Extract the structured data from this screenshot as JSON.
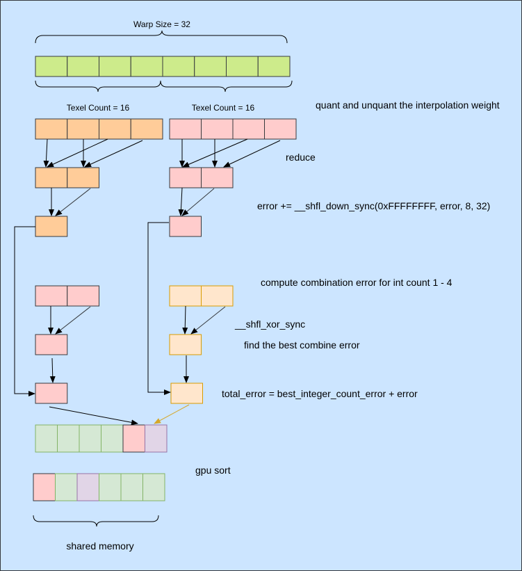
{
  "labels": {
    "warp_size": "Warp Size = 32",
    "texel_count_left": "Texel Count = 16",
    "texel_count_right": "Texel Count = 16",
    "quant_step": "quant and unquant the interpolation weight",
    "reduce": "reduce",
    "shfl_down": "error += __shfl_down_sync(0xFFFFFFFF, error, 8, 32)",
    "combination_error": "compute combination error for int count 1 - 4",
    "shfl_xor": "__shfl_xor_sync",
    "best_combine": "find the best combine error",
    "total_error": "total_error = best_integer_count_error + error",
    "gpu_sort": "gpu sort",
    "shared_memory": "shared memory"
  },
  "colors": {
    "background": "#cce5ff",
    "border": "#36393d",
    "green": "#cdeb8b",
    "green_stroke": "#36393d",
    "orange": "#ffcc99",
    "orange_stroke": "#36393d",
    "pink": "#ffcccc",
    "pink_stroke": "#36393d",
    "peach": "#ffe6cc",
    "peach_stroke": "#d79b00",
    "light_green": "#d5e8d4",
    "light_green_stroke": "#82b366",
    "lavender": "#e1d5e7",
    "lavender_stroke": "#9673a6",
    "arrow": "#000000",
    "connector": "#36393d",
    "gold_arrow": "#d6a72a"
  }
}
